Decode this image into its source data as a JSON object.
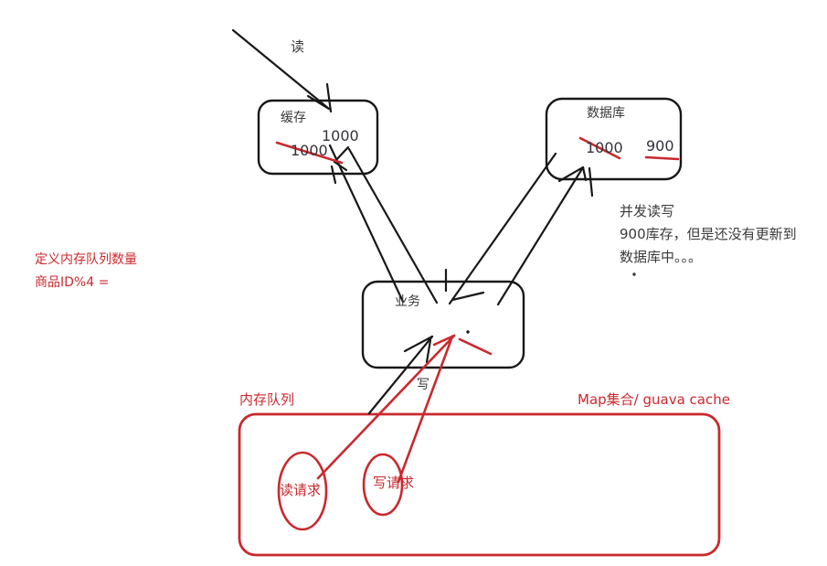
{
  "colors": {
    "ink_black": "#181818",
    "ink_red": "#c9292e",
    "text_dark": "#3a3a3a",
    "num_dark": "#33333b"
  },
  "diagram": {
    "read_label": "读",
    "write_label": "写",
    "cache": {
      "title": "缓存",
      "current_value": "1000",
      "crossed_value": "1000"
    },
    "database": {
      "title": "数据库",
      "crossed_value": "1000",
      "new_value": "900"
    },
    "business": {
      "title": "业务"
    },
    "db_note": {
      "line1": "并发读写",
      "line2": "900库存，但是还没有更新到",
      "line3": "数据库中。。。",
      "dot": "."
    },
    "left_note": {
      "line1": "定义内存队列数量",
      "line2": "商品ID%4 ="
    },
    "queue": {
      "label": "内存队列",
      "map_label": "Map集合/ guava cache",
      "read_request": "读请求",
      "write_request": "写请求"
    }
  }
}
